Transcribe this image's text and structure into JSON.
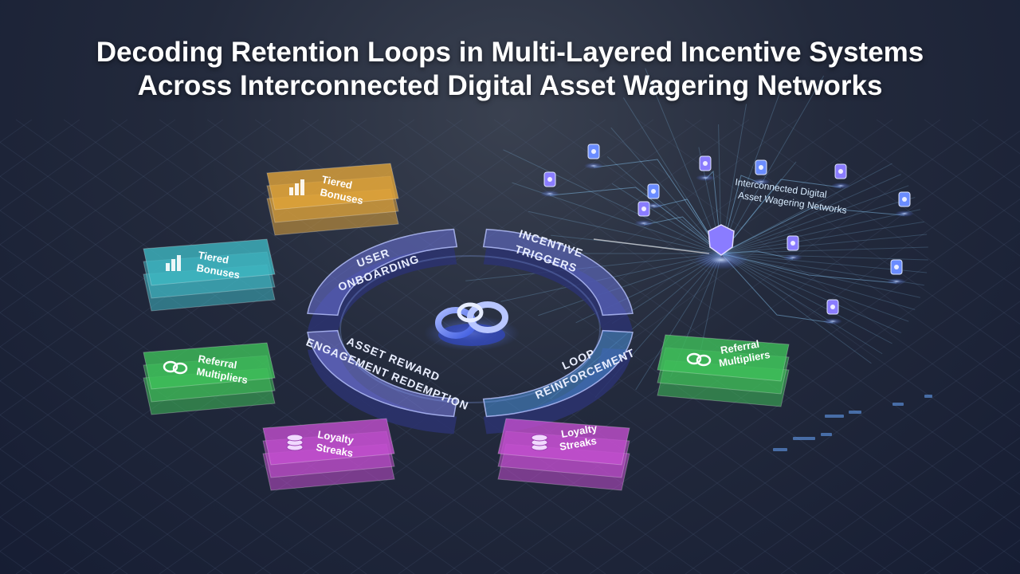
{
  "title": {
    "line1": "Decoding Retention Loops in Multi-Layered Incentive Systems",
    "line2": "Across Interconnected Digital Asset Wagering Networks"
  },
  "loop": {
    "segments": [
      {
        "line1": "USER",
        "line2": "ONBOARDING"
      },
      {
        "line1": "INCENTIVE",
        "line2": "TRIGGERS"
      },
      {
        "line1": "LOOP",
        "line2": "REINFORCEMENT"
      },
      {
        "line1": "ASSET REWARD",
        "line2": "ENGAGEMENT REDEMPTION"
      }
    ],
    "colors": {
      "ring": "#6f7cf0",
      "glow": "#9aa8ff",
      "center": "#5f7bff"
    }
  },
  "cards": [
    {
      "id": "tiered-bonuses-top",
      "line1": "Tiered",
      "line2": "Bonuses",
      "color": "#e0a43a",
      "icon": "bar-chart-icon"
    },
    {
      "id": "tiered-bonuses-left",
      "line1": "Tiered",
      "line2": "Bonuses",
      "color": "#3fb7c2",
      "icon": "bar-chart-icon"
    },
    {
      "id": "referral-multipliers-left",
      "line1": "Referral",
      "line2": "Multipliers",
      "color": "#3fbf5a",
      "icon": "coins-icon"
    },
    {
      "id": "loyalty-streaks-left",
      "line1": "Loyalty",
      "line2": "Streaks",
      "color": "#c34fd0",
      "icon": "coin-stack-icon"
    },
    {
      "id": "loyalty-streaks-right",
      "line1": "Loyalty",
      "line2": "Streaks",
      "color": "#c34fd0",
      "icon": "coin-stack-icon"
    },
    {
      "id": "referral-multipliers-right",
      "line1": "Referral",
      "line2": "Multipliers",
      "color": "#3fbf5a",
      "icon": "coins-icon"
    }
  ],
  "network": {
    "label_line1": "Interconnected Digital",
    "label_line2": "Asset Wagering Networks",
    "node_color": "#8a7cff",
    "line_color": "#8fd0ff"
  }
}
